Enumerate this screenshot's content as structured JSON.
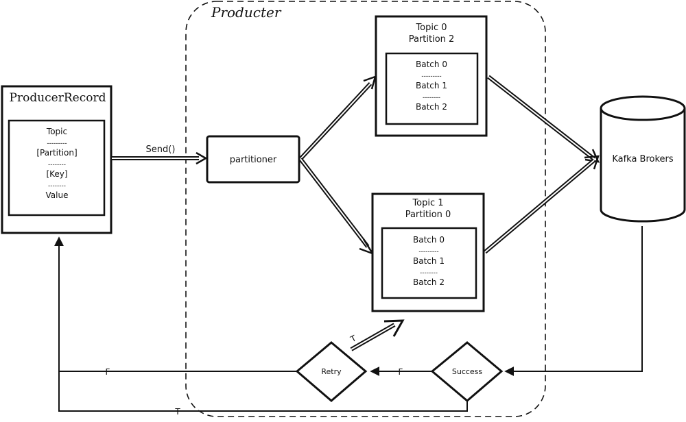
{
  "producer_label": "Producter",
  "producer_record": {
    "title": "ProducerRecord",
    "fields": [
      "Topic",
      "---------",
      "[Partition]",
      "--------",
      "[Key]",
      "--------",
      "Value"
    ]
  },
  "send_label": "Send()",
  "partitioner_label": "partitioner",
  "topic0": {
    "title_line1": "Topic 0",
    "title_line2": "Partition 2",
    "batches": [
      "Batch 0",
      "---------",
      "Batch 1",
      "--------",
      "Batch 2"
    ]
  },
  "topic1": {
    "title_line1": "Topic 1",
    "title_line2": "Partition 0",
    "batches": [
      "Batch 0",
      "---------",
      "Batch 1",
      "--------",
      "Batch 2"
    ]
  },
  "brokers_label": "Kafka Brokers",
  "success_label": "Success",
  "retry_label": "Retry",
  "edge_labels": {
    "success_false": "F",
    "retry_false": "F",
    "retry_true": "T",
    "success_true": "T"
  }
}
